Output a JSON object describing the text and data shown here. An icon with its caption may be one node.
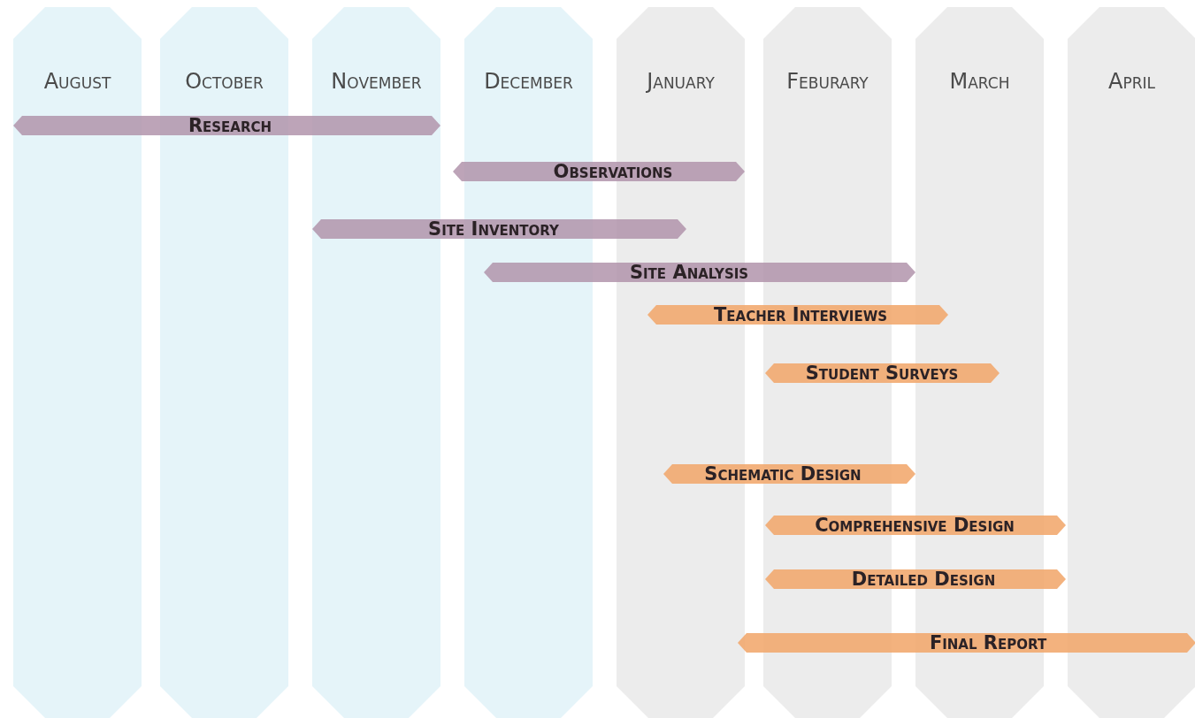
{
  "diagram": {
    "nodes": [
      {
        "text": [
          "August"
        ]
      },
      {
        "text": [
          "October"
        ]
      },
      {
        "text": [
          "November"
        ]
      },
      {
        "text": [
          "December"
        ]
      },
      {
        "text": [
          "January"
        ]
      },
      {
        "text": [
          "Feburary"
        ]
      },
      {
        "text": [
          "March"
        ]
      },
      {
        "text": [
          "April"
        ]
      },
      {
        "text": [
          "Research"
        ]
      },
      {
        "text": [
          "Observations"
        ]
      },
      {
        "text": [
          "Site Inventory"
        ]
      },
      {
        "text": [
          "Site Analysis"
        ]
      },
      {
        "text": [
          "Teacher Interviews"
        ]
      },
      {
        "text": [
          "Student Surveys"
        ]
      },
      {
        "text": [
          "Schematic Design"
        ]
      },
      {
        "text": [
          "Comprehensive Design"
        ]
      },
      {
        "text": [
          "Detailed Design"
        ]
      },
      {
        "text": [
          "Final Report"
        ]
      }
    ],
    "edges": []
  }
}
